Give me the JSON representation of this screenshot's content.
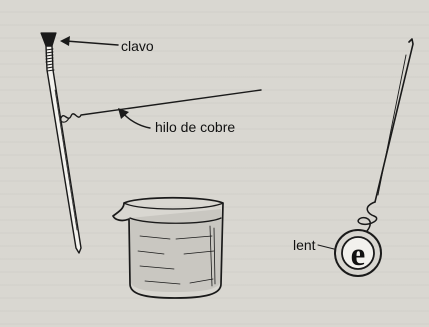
{
  "figure": {
    "labels": {
      "nail": "clavo",
      "copper_wire": "hilo de cobre",
      "lens": "lent",
      "lens_letter": "e"
    },
    "colors": {
      "paper": "#d9d7d1",
      "ink": "#1a1a1a",
      "liquid_tint": "#c9c7c1"
    },
    "icons": [
      "nail",
      "copper-wire",
      "beaker",
      "wire-loop-lens"
    ]
  }
}
